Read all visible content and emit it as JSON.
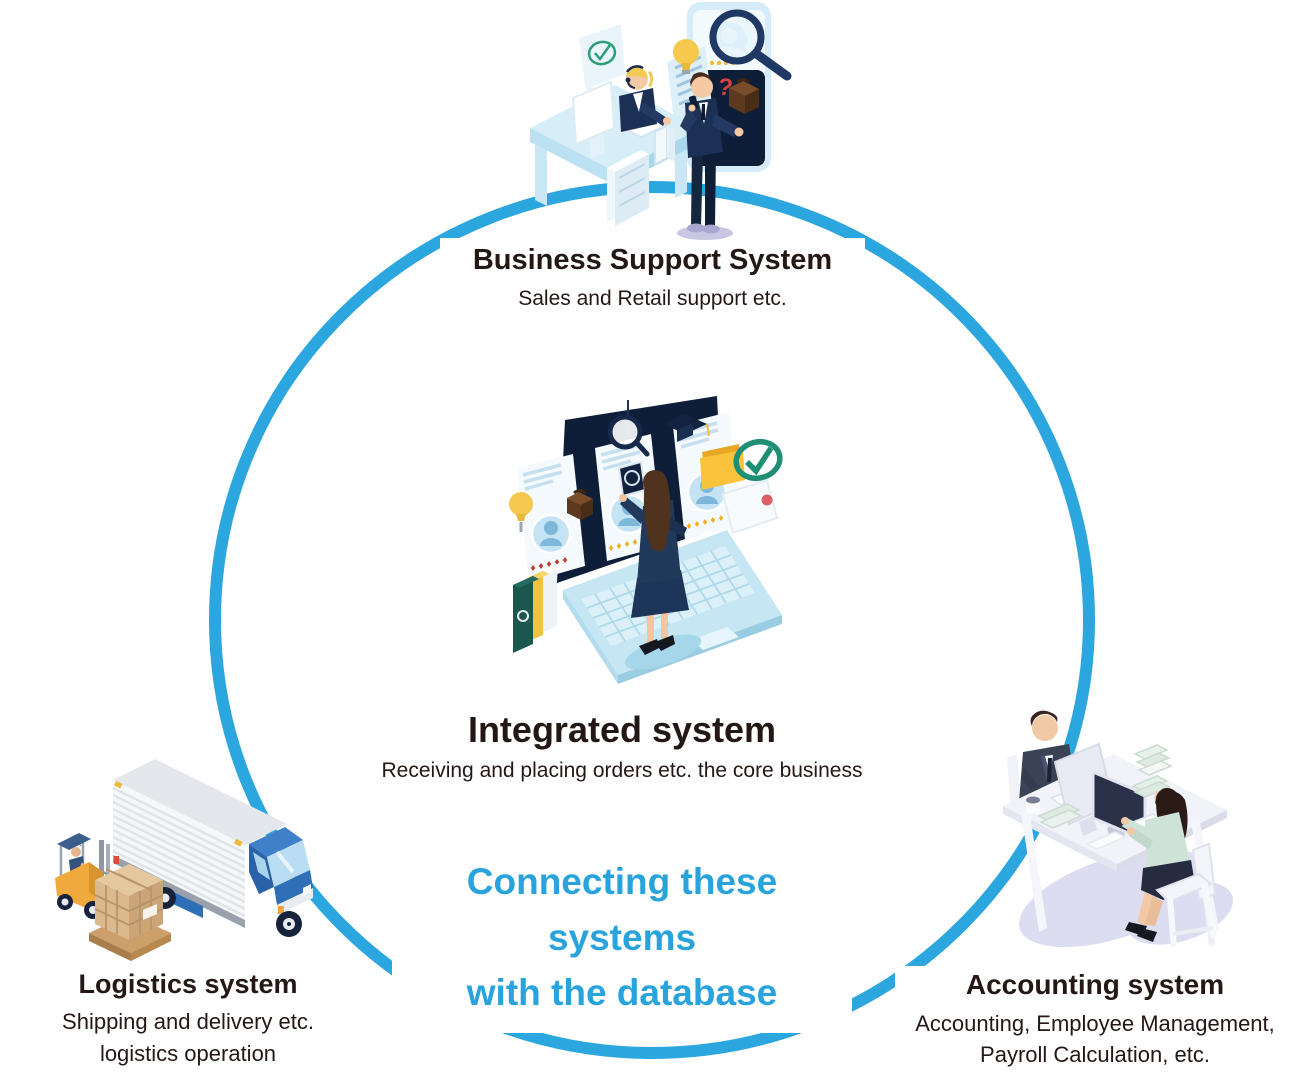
{
  "page": {
    "background": "#FFFFFF"
  },
  "colors": {
    "circle_stroke": "#2BA6DE",
    "accent_blue": "#29A3DC",
    "heading_dark": "#231815"
  },
  "center_message": {
    "line1": "Connecting these systems",
    "line2": "with the database"
  },
  "systems": {
    "business_support": {
      "title": "Business Support System",
      "subtitle": "Sales and Retail support etc.",
      "illustration": "support-desk-scene"
    },
    "integrated": {
      "title": "Integrated system",
      "subtitle": "Receiving and placing orders etc. the core business",
      "illustration": "woman-operating-giant-laptop"
    },
    "logistics": {
      "title": "Logistics system",
      "subtitle_line1": "Shipping and delivery etc.",
      "subtitle_line2": "logistics operation",
      "illustration": "truck-forklift-cargo"
    },
    "accounting": {
      "title": "Accounting system",
      "subtitle_line1": "Accounting, Employee Management,",
      "subtitle_line2": "Payroll Calculation, etc.",
      "illustration": "accountants-at-desk"
    }
  }
}
